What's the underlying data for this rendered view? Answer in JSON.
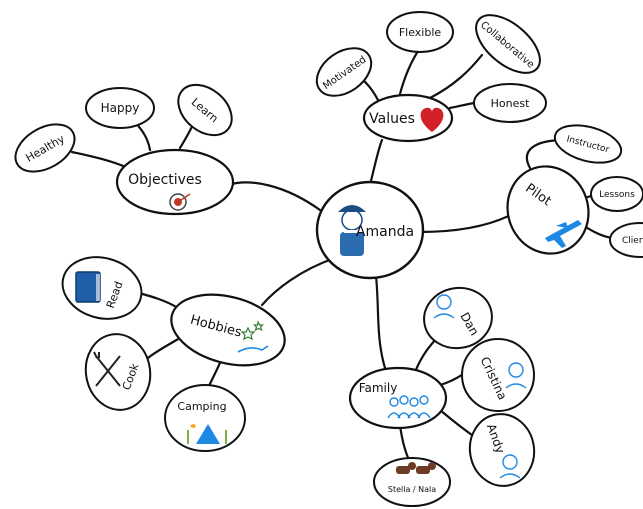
{
  "center": {
    "label": "Amanda",
    "icon": "pilot-avatar-icon"
  },
  "branches": {
    "values": {
      "label": "Values",
      "icon": "heart-icon",
      "children": [
        "Motivated",
        "Flexible",
        "Collaborative",
        "Honest"
      ]
    },
    "objectives": {
      "label": "Objectives",
      "icon": "target-icon",
      "children": [
        "Healthy",
        "Happy",
        "Learn"
      ]
    },
    "pilot": {
      "label": "Pilot",
      "icon": "airplane-icon",
      "children": [
        "Instructor",
        "Lessons",
        "Clients"
      ]
    },
    "hobbies": {
      "label": "Hobbies",
      "icon": "hand-stars-icon",
      "children": [
        "Read",
        "Cook",
        "Camping"
      ]
    },
    "family": {
      "label": "Family",
      "icon": "family-group-icon",
      "children": [
        "Dan",
        "Cristina",
        "Andy",
        "Stella / Nala"
      ]
    }
  },
  "colors": {
    "heart": "#d32027",
    "icon_blue": "#1e88e5",
    "target": "#c0392b",
    "dogs": "#6d3b26",
    "stroke": "#111111"
  }
}
